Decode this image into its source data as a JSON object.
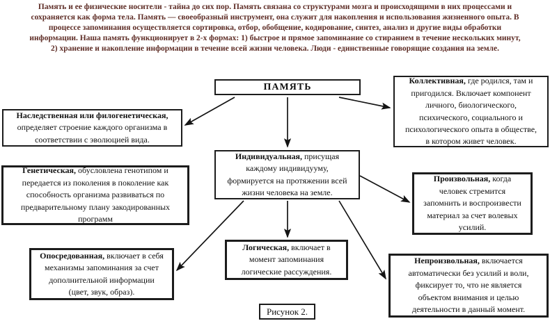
{
  "page": {
    "background": "#ffffff",
    "figure_type": "memory-types-flowchart"
  },
  "header": {
    "text_color": "#5e2d26",
    "lines": [
      "Память и ее физические носители - тайна до сих пор. Память связана со структурами мозга и происходящими в них процессами и",
      "сохраняется как форма тела. Память — своеобразный инструмент, она служит для накопления и использования жизненного опыта. В",
      "процессе запоминания осуществляется сортировка, отбор, обобщение, кодирование, синтез, анализ и другие виды обработки",
      "информации. Наша память функционирует в 2-х формах: 1) быстрое и прямое запоминание со стиранием в течение нескольких минут,",
      "2) хранение и накопление информации в течение всей жизни человека. Люди - единственные говорящие создания на земле."
    ]
  },
  "diagram": {
    "arrow_color": "#141414",
    "caption": "Рисунок 2.",
    "nodes": {
      "pamyat": {
        "lead": "ПАМЯТЬ",
        "body": ""
      },
      "nasledstvennaya": {
        "lead": "Наследственная или филогенетическая,",
        "body": "\nопределяет строение каждого организма в\nсоответствии с эволюцией вида."
      },
      "geneticheskaya": {
        "lead": "Генетическая,",
        "body": " обусловлена генотипом и\nпередается из поколения в поколение как\nспособность организма развиваться по\nпредварительному плану закодированных\nпрограмм"
      },
      "oposredovannaya": {
        "lead": "Опосредованная,",
        "body": " включает в себя\nмеханизмы запоминания за счет\nдополнительной информации\n(цвет, звук, образ)."
      },
      "individualnaya": {
        "lead": "Индивидуальная,",
        "body": " присущая\nкаждому индивидууму,\nформируется на протяжении всей\nжизни человека на земле."
      },
      "logicheskaya": {
        "lead": "Логическая,",
        "body": " включает в\nмомент запоминания\nлогические рассуждения."
      },
      "kollektivnaya": {
        "lead": "Коллективная,",
        "body": " где родился, там и\nпригодился. Включает компонент\nличного, биологического,\nпсихического, социального и\nпсихологического опыта в обществе,\nв котором живет человек."
      },
      "proizvolnaya": {
        "lead": "Произвольная,",
        "body": " когда\nчеловек стремится\nзапомнить и воспроизвести\nматериал за счет волевых\nусилий."
      },
      "neproizvolnaya": {
        "lead": "Непроизвольная,",
        "body": " включается\nавтоматически без усилий и воли,\nфиксирует то, что не является\nобъектом внимания и целью\nдеятельности в данный момент."
      }
    },
    "edges": [
      {
        "from": "pamyat",
        "to": "nasledstvennaya"
      },
      {
        "from": "pamyat",
        "to": "individualnaya"
      },
      {
        "from": "pamyat",
        "to": "kollektivnaya"
      },
      {
        "from": "individualnaya",
        "to": "oposredovannaya"
      },
      {
        "from": "individualnaya",
        "to": "logicheskaya"
      },
      {
        "from": "individualnaya",
        "to": "proizvolnaya"
      },
      {
        "from": "individualnaya",
        "to": "neproizvolnaya"
      }
    ]
  }
}
